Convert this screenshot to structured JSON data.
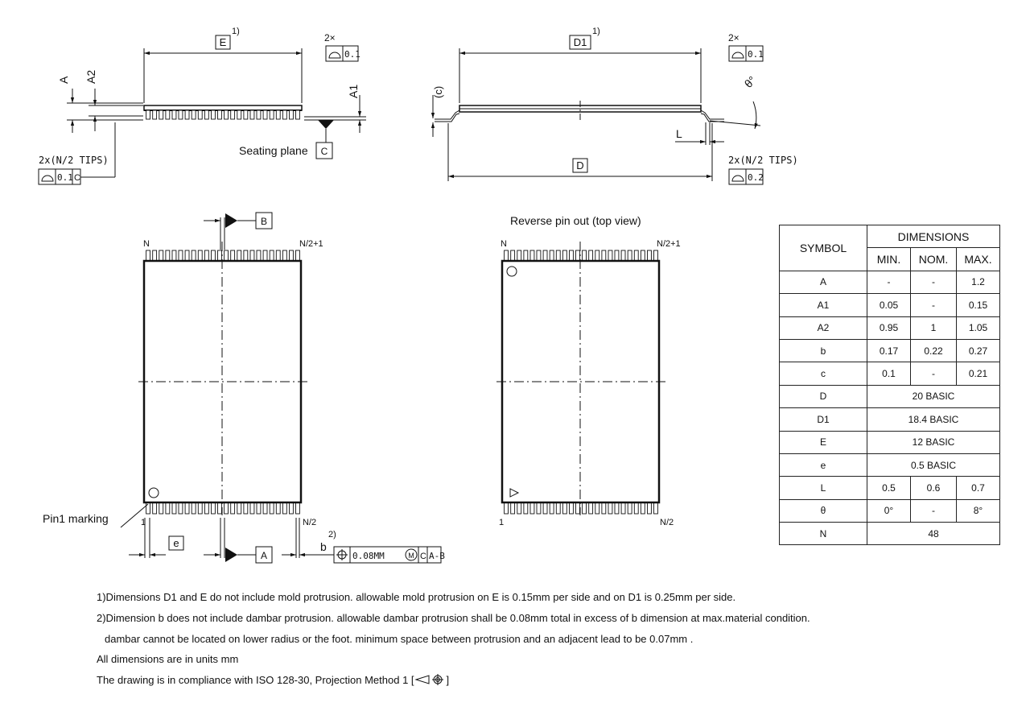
{
  "drawing": {
    "dim_labels": {
      "E": "E",
      "D1": "D1",
      "D": "D",
      "A": "A",
      "A1": "A1",
      "A2": "A2",
      "c": "(c)",
      "L": "L",
      "theta": "θ°",
      "e": "e",
      "b": "b",
      "datum_A": "A",
      "datum_B": "B",
      "datum_C": "C"
    },
    "note_refs": {
      "one": "1)",
      "two": "2)"
    },
    "tolerances": {
      "times2": "2×",
      "flatness_01": "0.1",
      "flatness_02": "0.2",
      "tips": "2x(N/2 TIPS)",
      "tips_value": "0.1",
      "tips_datum": "C",
      "position_value": "0.08MM",
      "position_modifier": "M",
      "position_datum1": "C",
      "position_datum2": "A-B"
    },
    "seating_plane_label": "Seating plane",
    "pin1_marking_label": "Pin1 marking",
    "reverse_title": "Reverse pin out (top view)",
    "pin_labels": {
      "N": "N",
      "N2plus1": "N/2+1",
      "one": "1",
      "N2": "N/2"
    }
  },
  "table": {
    "symbol_header": "SYMBOL",
    "dimensions_header": "DIMENSIONS",
    "col_min": "MIN.",
    "col_nom": "NOM.",
    "col_max": "MAX.",
    "rows": [
      {
        "symbol": "A",
        "min": "-",
        "nom": "-",
        "max": "1.2"
      },
      {
        "symbol": "A1",
        "min": "0.05",
        "nom": "-",
        "max": "0.15"
      },
      {
        "symbol": "A2",
        "min": "0.95",
        "nom": "1",
        "max": "1.05"
      },
      {
        "symbol": "b",
        "min": "0.17",
        "nom": "0.22",
        "max": "0.27"
      },
      {
        "symbol": "c",
        "min": "0.1",
        "nom": "-",
        "max": "0.21"
      },
      {
        "symbol": "D",
        "basic": "20 BASIC"
      },
      {
        "symbol": "D1",
        "basic": "18.4 BASIC"
      },
      {
        "symbol": "E",
        "basic": "12 BASIC"
      },
      {
        "symbol": "e",
        "basic": "0.5 BASIC"
      },
      {
        "symbol": "L",
        "min": "0.5",
        "nom": "0.6",
        "max": "0.7"
      },
      {
        "symbol": "θ",
        "min": "0°",
        "nom": "-",
        "max": "8°"
      },
      {
        "symbol": "N",
        "basic": "48"
      }
    ]
  },
  "notes": {
    "note1": "1)Dimensions D1 and E do not include mold protrusion. allowable mold protrusion on E is 0.15mm per side and on D1 is 0.25mm per side.",
    "note2": "2)Dimension b does not include dambar protrusion. allowable dambar protrusion shall be 0.08mm total in excess of b dimension at max.material condition.",
    "note2b": "dambar cannot be located on lower radius or  the foot. minimum space between protrusion and an adjacent lead to be 0.07mm .",
    "units": "All dimensions are in units mm",
    "iso": "The drawing is in compliance with ISO 128-30, Projection Method 1 ["
  }
}
